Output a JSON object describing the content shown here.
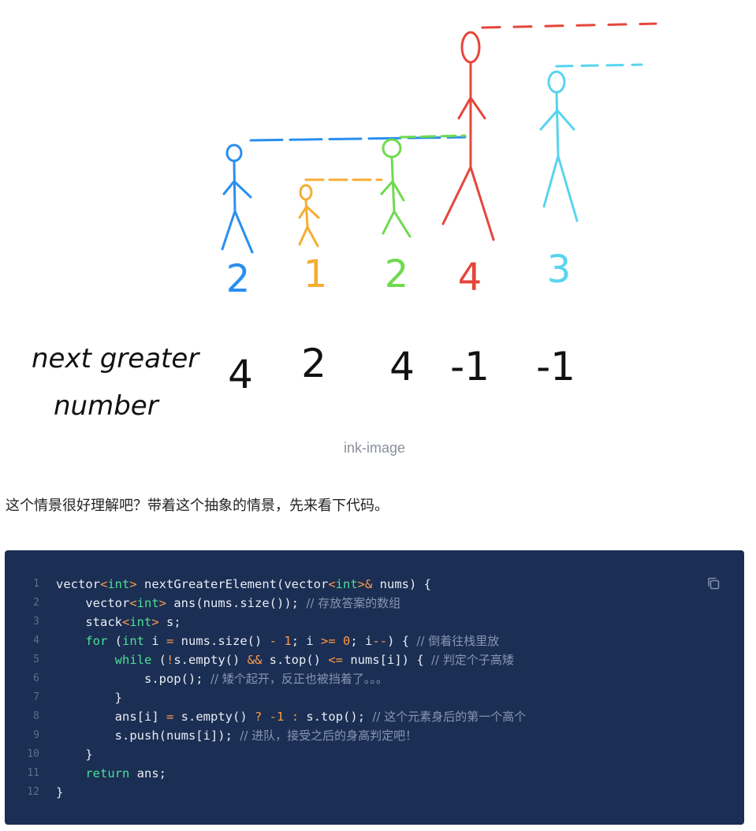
{
  "figure": {
    "caption": "ink-image",
    "row_label_line1": "next greater",
    "row_label_line2": "number",
    "people": [
      {
        "height": "2",
        "next_greater": "4",
        "color": "#2a8ff0"
      },
      {
        "height": "1",
        "next_greater": "2",
        "color": "#f4ad33"
      },
      {
        "height": "2",
        "next_greater": "4",
        "color": "#6fda4f"
      },
      {
        "height": "4",
        "next_greater": "-1",
        "color": "#e5463b"
      },
      {
        "height": "3",
        "next_greater": "-1",
        "color": "#58d4ee"
      }
    ]
  },
  "intro_text": "这个情景很好理解吧？带着这个抽象的情景，先来看下代码。",
  "code": {
    "copy_icon": "copy-icon",
    "background": "#1b2e53",
    "lines": [
      {
        "n": "1",
        "tokens": [
          [
            "t",
            "vector"
          ],
          [
            "op",
            "<"
          ],
          [
            "kw",
            "int"
          ],
          [
            "op",
            ">"
          ],
          [
            "t",
            " nextGreaterElement(vector"
          ],
          [
            "op",
            "<"
          ],
          [
            "kw",
            "int"
          ],
          [
            "op",
            ">&"
          ],
          [
            "t",
            " nums) {"
          ]
        ]
      },
      {
        "n": "2",
        "tokens": [
          [
            "t",
            "    vector"
          ],
          [
            "op",
            "<"
          ],
          [
            "kw",
            "int"
          ],
          [
            "op",
            ">"
          ],
          [
            "t",
            " ans(nums.size()); "
          ],
          [
            "cm",
            "// 存放答案的数组"
          ]
        ]
      },
      {
        "n": "3",
        "tokens": [
          [
            "t",
            "    stack"
          ],
          [
            "op",
            "<"
          ],
          [
            "kw",
            "int"
          ],
          [
            "op",
            ">"
          ],
          [
            "t",
            " s;"
          ]
        ]
      },
      {
        "n": "4",
        "tokens": [
          [
            "t",
            "    "
          ],
          [
            "kw",
            "for"
          ],
          [
            "t",
            " ("
          ],
          [
            "kw",
            "int"
          ],
          [
            "t",
            " i "
          ],
          [
            "op",
            "="
          ],
          [
            "t",
            " nums.size() "
          ],
          [
            "op",
            "-"
          ],
          [
            "t",
            " "
          ],
          [
            "num",
            "1"
          ],
          [
            "t",
            "; i "
          ],
          [
            "op",
            ">="
          ],
          [
            "t",
            " "
          ],
          [
            "num",
            "0"
          ],
          [
            "t",
            "; i"
          ],
          [
            "op",
            "--"
          ],
          [
            "t",
            ") { "
          ],
          [
            "cm",
            "// 倒着往栈里放"
          ]
        ]
      },
      {
        "n": "5",
        "tokens": [
          [
            "t",
            "        "
          ],
          [
            "kw",
            "while"
          ],
          [
            "t",
            " ("
          ],
          [
            "op",
            "!"
          ],
          [
            "t",
            "s.empty() "
          ],
          [
            "op",
            "&&"
          ],
          [
            "t",
            " s.top() "
          ],
          [
            "op",
            "<="
          ],
          [
            "t",
            " nums[i]) { "
          ],
          [
            "cm",
            "// 判定个子高矮"
          ]
        ]
      },
      {
        "n": "6",
        "tokens": [
          [
            "t",
            "            s.pop(); "
          ],
          [
            "cm",
            "// 矮个起开，反正也被挡着了。。。"
          ]
        ]
      },
      {
        "n": "7",
        "tokens": [
          [
            "t",
            "        }"
          ]
        ]
      },
      {
        "n": "8",
        "tokens": [
          [
            "t",
            "        ans[i] "
          ],
          [
            "op",
            "="
          ],
          [
            "t",
            " s.empty() "
          ],
          [
            "op",
            "?"
          ],
          [
            "t",
            " "
          ],
          [
            "op",
            "-"
          ],
          [
            "num",
            "1"
          ],
          [
            "t",
            " "
          ],
          [
            "op",
            ":"
          ],
          [
            "t",
            " s.top(); "
          ],
          [
            "cm",
            "// 这个元素身后的第一个高个"
          ]
        ]
      },
      {
        "n": "9",
        "tokens": [
          [
            "t",
            "        s.push(nums[i]); "
          ],
          [
            "cm",
            "// 进队，接受之后的身高判定吧！"
          ]
        ]
      },
      {
        "n": "10",
        "tokens": [
          [
            "t",
            "    }"
          ]
        ]
      },
      {
        "n": "11",
        "tokens": [
          [
            "t",
            "    "
          ],
          [
            "kw",
            "return"
          ],
          [
            "t",
            " ans;"
          ]
        ]
      },
      {
        "n": "12",
        "tokens": [
          [
            "t",
            "}"
          ]
        ]
      }
    ]
  }
}
